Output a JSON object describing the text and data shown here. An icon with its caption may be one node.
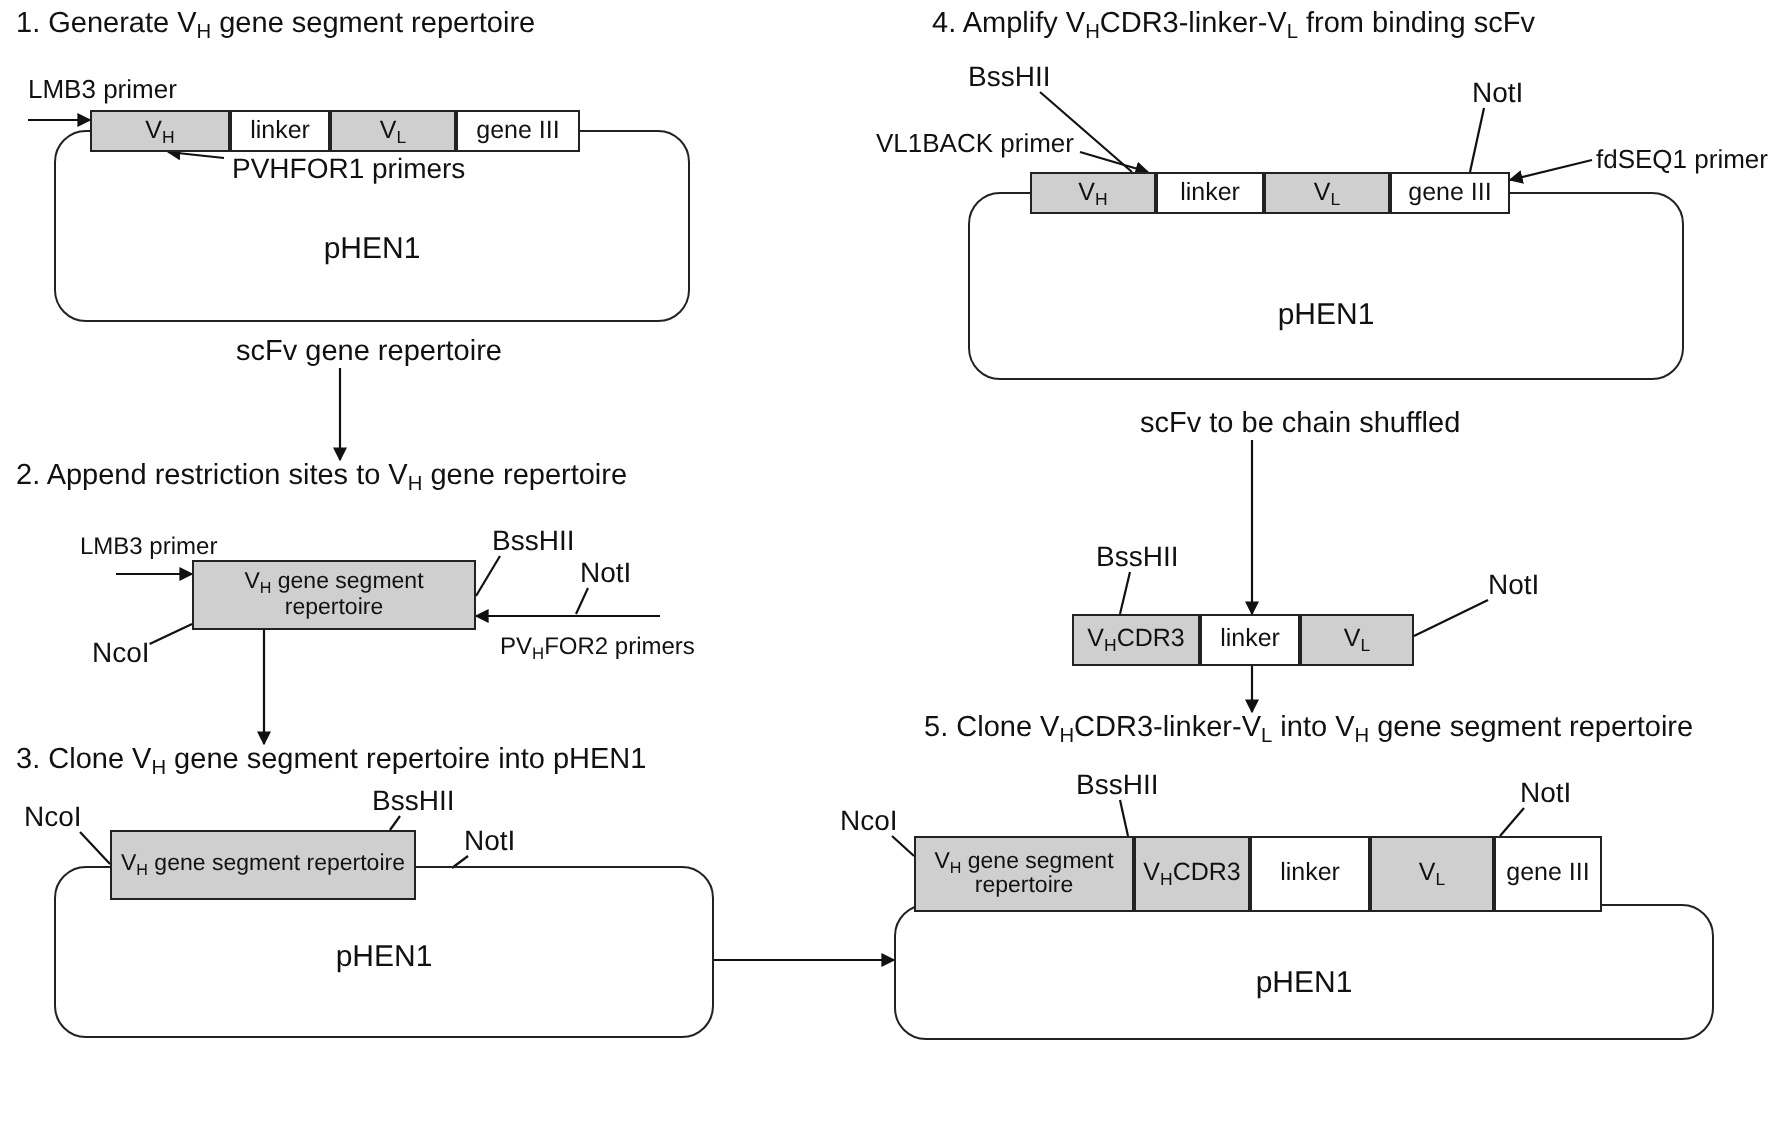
{
  "diagram": {
    "nodes": [
      {
        "text": [
          "1. Generate V$_{H}$ gene segment repertoire"
        ]
      },
      {
        "text": [
          "pHEN1"
        ]
      },
      {
        "text": [
          "V$_{H}$"
        ]
      },
      {
        "text": [
          "linker"
        ]
      },
      {
        "text": [
          "V$_{L}$"
        ]
      },
      {
        "text": [
          "gene III"
        ]
      },
      {
        "text": [
          "scFv gene repertoire"
        ]
      },
      {
        "text": [
          "2. Append restriction sites to V$_{H}$ gene repertoire"
        ]
      },
      {
        "text": [
          "V$_{H}$ gene segment repertoire"
        ]
      },
      {
        "text": [
          "NcoI"
        ]
      },
      {
        "text": [
          "BssHII"
        ]
      },
      {
        "text": [
          "NotI"
        ]
      },
      {
        "text": [
          "3. Clone V$_{H}$ gene segment repertoire into pHEN1"
        ]
      },
      {
        "text": [
          "pHEN1"
        ]
      },
      {
        "text": [
          "V$_{H}$ gene segment repertoire"
        ]
      },
      {
        "text": [
          "NcoI"
        ]
      },
      {
        "text": [
          "BssHII"
        ]
      },
      {
        "text": [
          "NotI"
        ]
      },
      {
        "text": [
          "4. Amplify V$_{H}$CDR3-linker-V$_{L}$ from binding scFv"
        ]
      },
      {
        "text": [
          "BssHII"
        ]
      },
      {
        "text": [
          "NotI"
        ]
      },
      {
        "text": [
          "pHEN1"
        ]
      },
      {
        "text": [
          "V$_{H}$"
        ]
      },
      {
        "text": [
          "linker"
        ]
      },
      {
        "text": [
          "V$_{L}$"
        ]
      },
      {
        "text": [
          "gene III"
        ]
      },
      {
        "text": [
          "scFv to be chain shuffled"
        ]
      },
      {
        "text": [
          "BssHII"
        ]
      },
      {
        "text": [
          "NotI"
        ]
      },
      {
        "text": [
          "V$_{H}$CDR3"
        ]
      },
      {
        "text": [
          "linker"
        ]
      },
      {
        "text": [
          "V$_{L}$"
        ]
      },
      {
        "text": [
          "5. Clone V$_{H}$CDR3-linker-V$_{L}$ into V$_{H}$ gene segment repertoire"
        ]
      },
      {
        "text": [
          "NcoI"
        ]
      },
      {
        "text": [
          "BssHII"
        ]
      },
      {
        "text": [
          "NotI"
        ]
      },
      {
        "text": [
          "pHEN1"
        ]
      },
      {
        "text": [
          "V$_{H}$ gene segment repertoire"
        ]
      },
      {
        "text": [
          "V$_{H}$CDR3"
        ]
      },
      {
        "text": [
          "linker"
        ]
      },
      {
        "text": [
          "V$_{L}$"
        ]
      },
      {
        "text": [
          "gene III"
        ]
      }
    ],
    "edges": [
      {
        "from": null,
        "to": 2,
        "arrow": "to",
        "label": "LMB3 primer"
      },
      {
        "from": 6,
        "to": 7,
        "arrow": "to"
      },
      {
        "from": null,
        "to": 8,
        "arrow": "to",
        "label": "LMB3 primer"
      },
      {
        "from": 9,
        "to": 8,
        "arrow": "none"
      },
      {
        "from": 10,
        "to": 8,
        "arrow": "none"
      },
      {
        "from": 11,
        "to": null,
        "arrow": "none"
      },
      {
        "from": null,
        "to": 8,
        "arrow": "to",
        "label": "PV$_{H}$FOR2 primers"
      },
      {
        "from": 8,
        "to": 12,
        "arrow": "to"
      },
      {
        "from": 13,
        "to": 36,
        "arrow": "to"
      },
      {
        "from": 19,
        "to": 22,
        "arrow": "none"
      },
      {
        "from": null,
        "to": 22,
        "arrow": "to",
        "label": "VL1BACK primer"
      },
      {
        "from": 20,
        "to": 25,
        "arrow": "none"
      },
      {
        "from": null,
        "to": 25,
        "arrow": "to",
        "label": "fdSEQ1 primer"
      },
      {
        "from": 26,
        "to": 30,
        "arrow": "to"
      },
      {
        "from": 30,
        "to": 32,
        "arrow": "to"
      },
      {
        "from": 15,
        "to": 14,
        "arrow": "none"
      },
      {
        "from": 16,
        "to": 14,
        "arrow": "none"
      },
      {
        "from": 17,
        "to": 13,
        "arrow": "none"
      },
      {
        "from": 27,
        "to": 29,
        "arrow": "none"
      },
      {
        "from": 28,
        "to": 31,
        "arrow": "none"
      },
      {
        "from": 33,
        "to": 37,
        "arrow": "none"
      },
      {
        "from": 34,
        "to": 37,
        "arrow": "none"
      },
      {
        "from": 35,
        "to": 41,
        "arrow": "none"
      },
      {
        "from": 1,
        "to": 2,
        "arrow": "to",
        "label": "PVHFOR1 primers"
      }
    ]
  }
}
